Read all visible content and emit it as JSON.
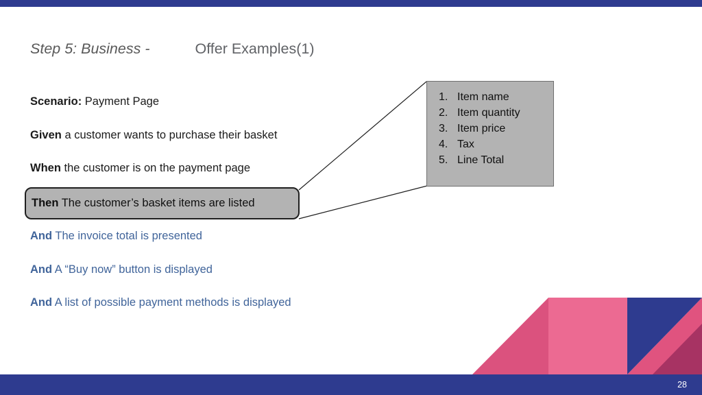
{
  "slide": {
    "title": {
      "part1": "Step 5: Business -",
      "part2": "Offer Examples(1)"
    },
    "page_number": "28"
  },
  "scenario": {
    "lines": [
      {
        "keyword": "Scenario:",
        "text": " Payment Page"
      },
      {
        "keyword": "Given",
        "text": " a customer wants to purchase their basket"
      },
      {
        "keyword": "When",
        "text": " the customer is on the payment page"
      },
      {
        "keyword": "Then",
        "text": " The customer’s basket items are listed"
      },
      {
        "keyword": "And",
        "text": " The invoice total is presented"
      },
      {
        "keyword": "And",
        "text": " A “Buy now” button is displayed"
      },
      {
        "keyword": "And",
        "text": " A list of possible payment methods is displayed"
      }
    ]
  },
  "callout_box": {
    "items": [
      {
        "num": "1.",
        "label": "Item name"
      },
      {
        "num": "2.",
        "label": "Item quantity"
      },
      {
        "num": "3.",
        "label": "Item price"
      },
      {
        "num": "4.",
        "label": "Tax"
      },
      {
        "num": "5.",
        "label": "Line Total"
      }
    ]
  },
  "colors": {
    "bar_navy": "#2E3B8F",
    "accent_text_blue": "#40649A",
    "box_gray": "#B3B3B3",
    "pink_left": "#DB527E",
    "pink_mid": "#EC6A92",
    "pink_right": "#E0537F",
    "crimson": "#A73363"
  }
}
